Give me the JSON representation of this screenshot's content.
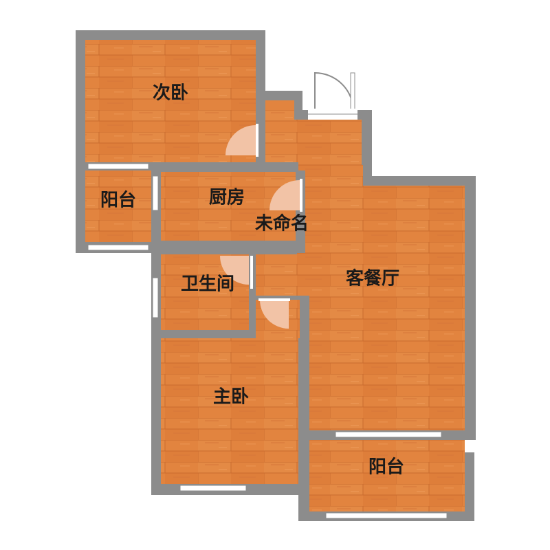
{
  "colors": {
    "floor": "#e2843f",
    "floor_dark": "#cf7030",
    "floor_light": "#eb9a55",
    "wall": "#8c8c8c",
    "window": "#ffffff",
    "door_swing": "#f2c3a6",
    "background": "#ffffff"
  },
  "rooms": {
    "secondary_bedroom": "次卧",
    "balcony_left": "阳台",
    "kitchen": "厨房",
    "unnamed": "未命名",
    "bathroom": "卫生间",
    "living_dining": "客餐厅",
    "master_bedroom": "主卧",
    "balcony_bottom": "阳台"
  }
}
